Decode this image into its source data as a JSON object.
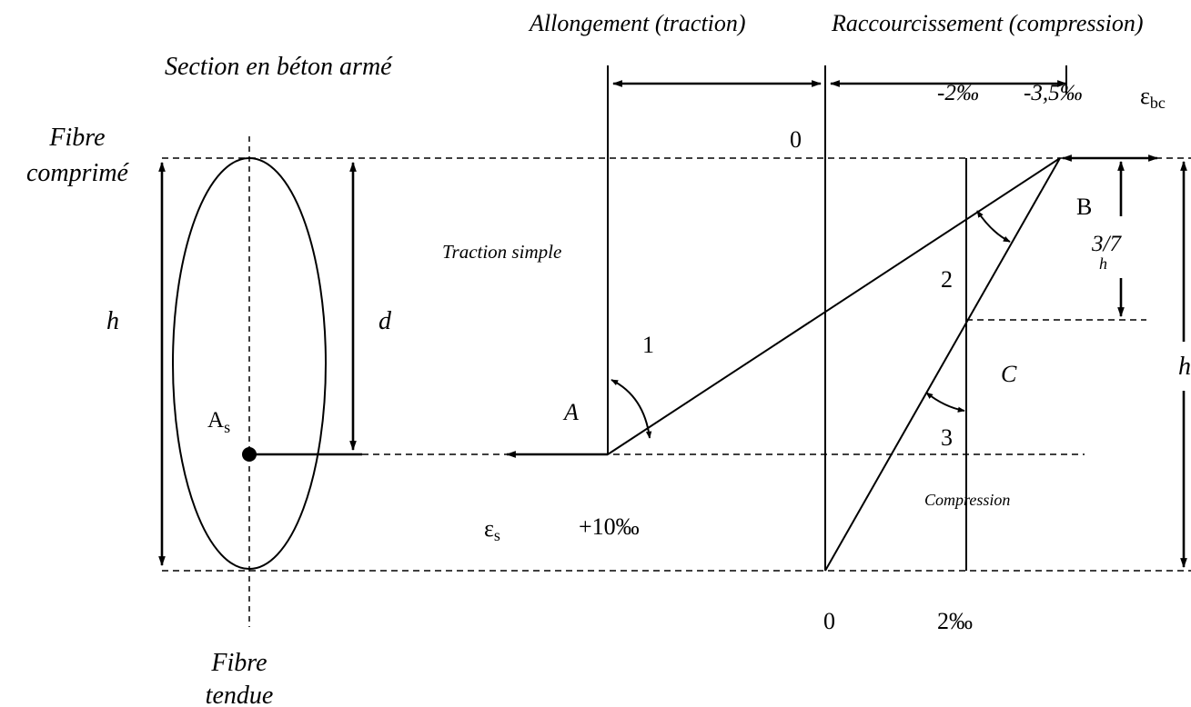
{
  "labels": {
    "allongement": "Allongement (traction)",
    "raccourcissement": "Raccourcissement (compression)",
    "section_title": "Section en béton armé",
    "fibre_comprime_1": "Fibre",
    "fibre_comprime_2": "comprimé",
    "fibre_tendue_1": "Fibre",
    "fibre_tendue_2": "tendue",
    "h_left": "h",
    "d": "d",
    "as_main": "A",
    "as_sub": "s",
    "traction_simple": "Traction simple",
    "compression": "Compression",
    "eps_s_main": "ε",
    "eps_s_sub": "s",
    "eps_bc_main": "ε",
    "eps_bc_sub": "bc",
    "plus10": "+10‰",
    "minus2": "-2‰",
    "minus35": "-3,5‰",
    "zero_top": "0",
    "zero_bottom": "0",
    "two_permil": "2‰",
    "pivot_a": "A",
    "pivot_b": "B",
    "pivot_c": "C",
    "domain_1": "1",
    "domain_2": "2",
    "domain_3": "3",
    "three_sevenths": "3/7",
    "h_sub": "h",
    "h_right": "h"
  }
}
